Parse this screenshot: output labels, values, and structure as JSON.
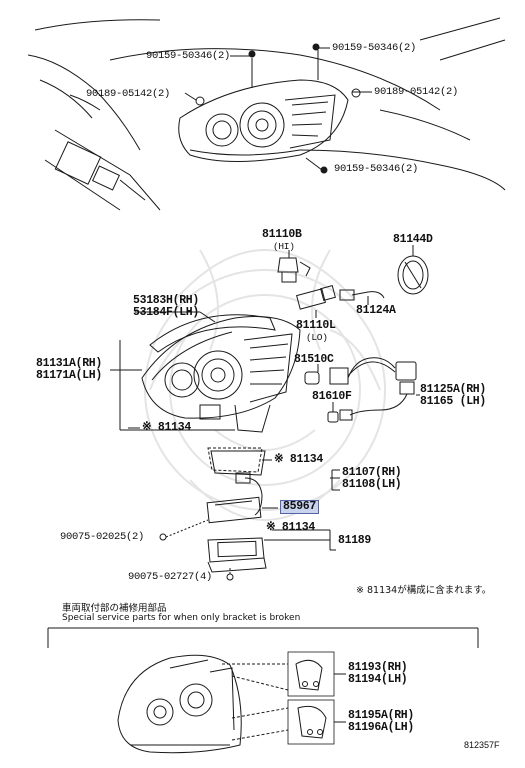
{
  "top_labels": {
    "bolt_ul": "90159-50346(2)",
    "bolt_ur": "90159-50346(2)",
    "clip_l": "90189-05142(2)",
    "clip_r": "90189-05142(2)",
    "bolt_lower": "90159-50346(2)"
  },
  "parts": {
    "bulb_hi_no": "81110B",
    "bulb_hi_sub": "(HI)",
    "cap_no": "81144D",
    "housing_rh": "53183H(RH)",
    "housing_lh": "53184F(LH)",
    "socket_no": "81124A",
    "bulb_lo_no": "81110L",
    "bulb_lo_sub": "(LO)",
    "lamp_rh": "81131A(RH)",
    "lamp_lh": "81171A(LH)",
    "bulb2_no": "81510C",
    "cord_rh": "81125A(RH)",
    "cord_lh": "81165 (LH)",
    "bulb3_no": "81610F",
    "gasket_1": "※ 81134",
    "gasket_2": "※ 81134",
    "computer_rh": "81107(RH)",
    "computer_lh": "81108(LH)",
    "highlight_no": "85967",
    "gasket_3": "※ 81134",
    "screw_1": "90075-02025(2)",
    "ballast_no": "81189",
    "screw_2": "90075-02727(4)"
  },
  "footnote": "※ 81134が構成に含まれます。",
  "section_title_jp": "車両取付部の補修用部品",
  "section_title_en": "Special service parts for when only bracket is broken",
  "bracket_parts": {
    "b1_rh": "81193(RH)",
    "b1_lh": "81194(LH)",
    "b2_rh": "81195A(RH)",
    "b2_lh": "81196A(LH)"
  },
  "diagram_code": "812357F",
  "colors": {
    "line": "#1a1a1a",
    "highlight_fill": "#c9d3ee",
    "highlight_border": "#5564a8",
    "watermark": "#e6e6e6"
  }
}
